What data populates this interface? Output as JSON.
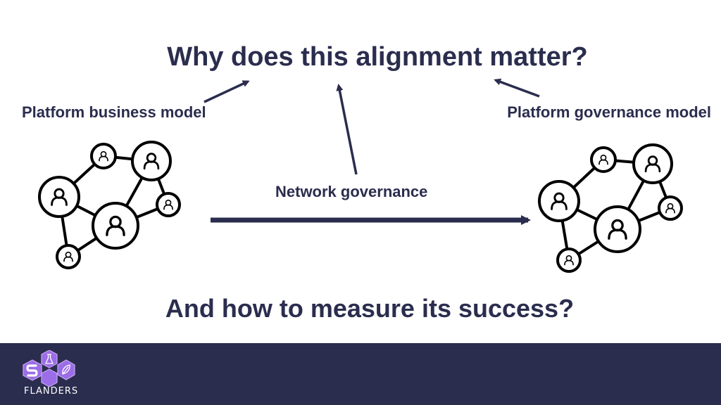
{
  "slide": {
    "title": "Why does this alignment matter?",
    "subtitle": "And how to measure its success?",
    "labels": {
      "left": "Platform business model",
      "right": "Platform governance model",
      "center": "Network governance"
    }
  },
  "icons": {
    "left_network": "people-network-icon",
    "right_network": "people-network-icon",
    "logo": "hexagon-logo-icon"
  },
  "footer": {
    "logo_text": "FLANDERS"
  },
  "colors": {
    "text": "#2b2d4e",
    "footer_bg": "#2b2d4e",
    "logo_purple": "#9b6de6",
    "logo_purple_light": "#b890f0"
  }
}
